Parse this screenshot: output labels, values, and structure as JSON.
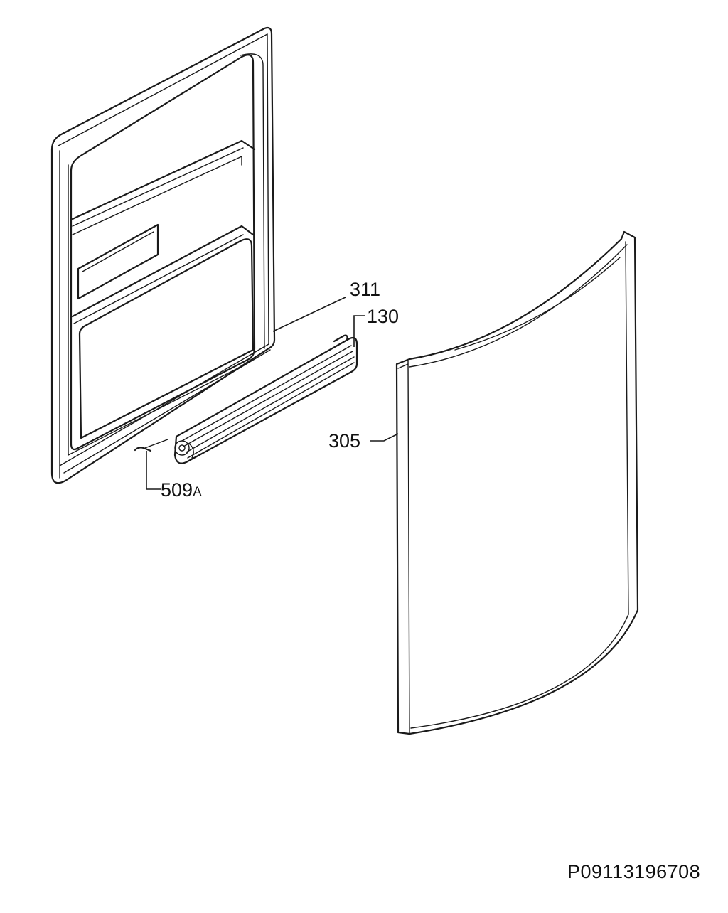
{
  "diagram": {
    "parts": [
      {
        "id": "311",
        "label": "311",
        "suffix": ""
      },
      {
        "id": "130",
        "label": "130",
        "suffix": ""
      },
      {
        "id": "305",
        "label": "305",
        "suffix": ""
      },
      {
        "id": "509A",
        "label": "509",
        "suffix": "A"
      }
    ],
    "drawing_number": "P09113196708"
  }
}
